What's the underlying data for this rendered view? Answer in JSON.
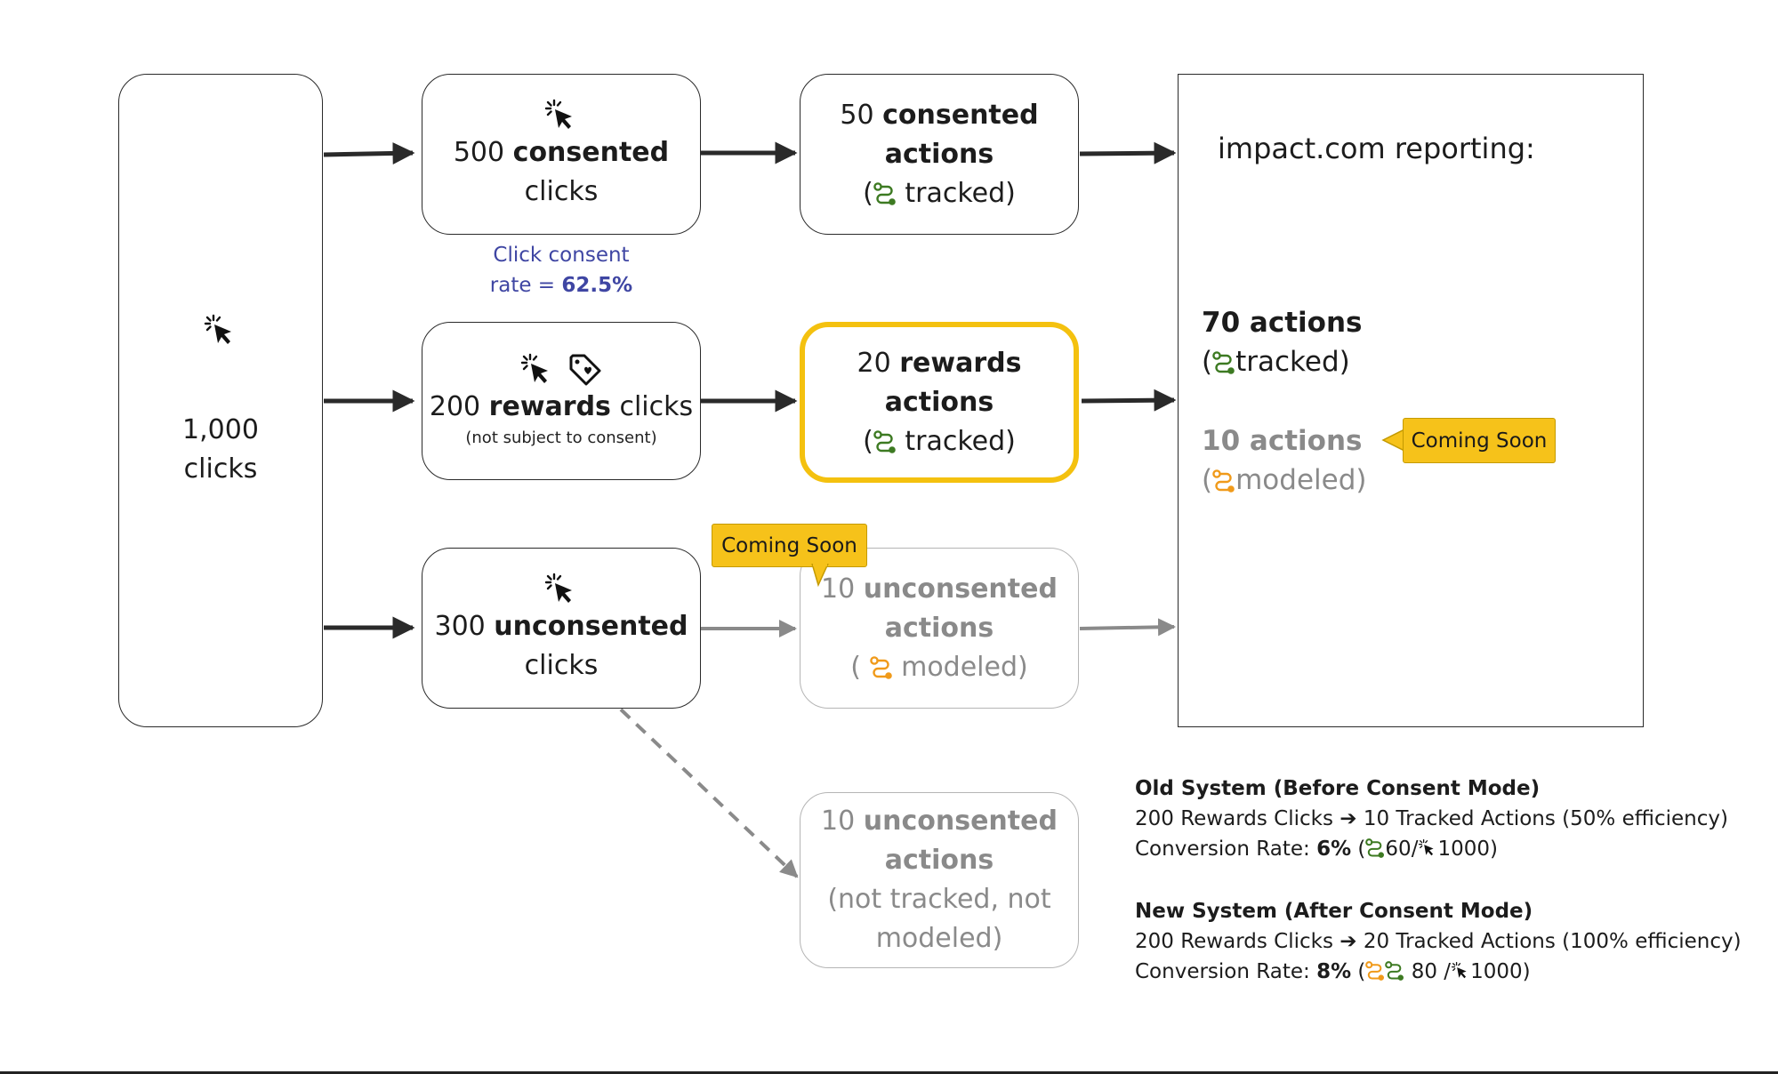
{
  "total": {
    "count": "1,000",
    "label": "clicks"
  },
  "consented_clicks": {
    "count": "500",
    "bold": "consented",
    "rest": "clicks"
  },
  "consent_rate": {
    "line1": "Click consent",
    "prefix": "rate = ",
    "value": "62.5%"
  },
  "rewards_clicks": {
    "count": "200",
    "bold": "rewards",
    "rest": "clicks",
    "note": "(not subject to consent)"
  },
  "unconsented_clicks": {
    "count": "300",
    "bold": "unconsented",
    "rest": "clicks"
  },
  "consented_actions": {
    "count": "50",
    "bold": "consented",
    "line2": "actions",
    "open": "(",
    "status": "tracked)"
  },
  "rewards_actions": {
    "count": "20",
    "bold": "rewards",
    "line2": "actions",
    "open": "(",
    "status": "tracked)"
  },
  "unconsented_modeled": {
    "count": "10",
    "bold": "unconsented",
    "line2": "actions",
    "open": "(",
    "status": "modeled)"
  },
  "unconsented_untracked": {
    "count": "10",
    "bold": "unconsented",
    "line2": "actions",
    "line3": "(not tracked, not",
    "line4": "modeled)"
  },
  "report": {
    "title": "impact.com reporting:",
    "tracked_count": "70 actions",
    "tracked_open": "(",
    "tracked_label": "tracked)",
    "modeled_count": "10 actions",
    "modeled_open": "(",
    "modeled_label": "modeled)"
  },
  "badges": {
    "coming_soon": "Coming Soon"
  },
  "old_system": {
    "heading": "Old System (Before Consent Mode)",
    "line1": "200 Rewards Clicks ➔ 10 Tracked Actions (50% efficiency)",
    "rate_label": "Conversion Rate: ",
    "rate_value": "6%",
    "rate_open": " (",
    "rate_num": "60/",
    "rate_den": "1000)"
  },
  "new_system": {
    "heading": "New System (After Consent Mode)",
    "line1": "200 Rewards Clicks ➔ 20 Tracked Actions (100% efficiency)",
    "rate_label": "Conversion Rate: ",
    "rate_value": "8%",
    "rate_open": " (",
    "rate_num": " 80 /",
    "rate_den": "1000)"
  },
  "colors": {
    "tracked": "#3d7a22",
    "modeled": "#f09a1a",
    "highlight": "#f4c10f",
    "rate_text": "#3f46a3"
  },
  "icons": [
    "cursor-click-icon",
    "tag-heart-icon",
    "path-tracked-icon",
    "path-modeled-icon"
  ]
}
